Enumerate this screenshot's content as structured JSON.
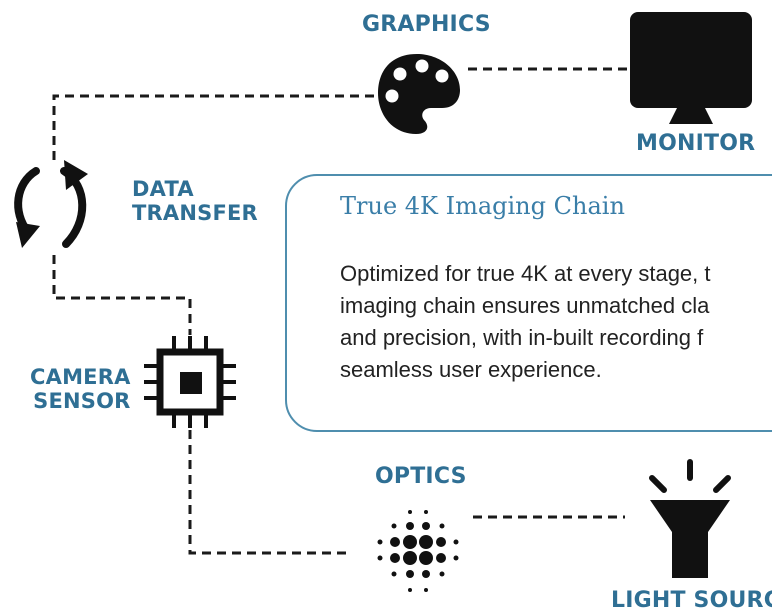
{
  "nodes": {
    "graphics": "GRAPHICS",
    "monitor": "MONITOR",
    "data_transfer": [
      "DATA",
      "TRANSFER"
    ],
    "camera_sensor": [
      "CAMERA",
      "SENSOR"
    ],
    "optics": "OPTICS",
    "light_source": "LIGHT SOURCE"
  },
  "card": {
    "title": "True 4K Imaging Chain",
    "lines": [
      "Optimized for true 4K at every stage, t",
      "imaging chain ensures unmatched cla",
      "and precision, with in-built recording f",
      "seamless user experience."
    ]
  },
  "colors": {
    "accent": "#2f6f94",
    "icon": "#111111",
    "card_border": "#4f8eae"
  },
  "icons": [
    "palette-icon",
    "monitor-icon",
    "refresh-arrows-icon",
    "chip-icon",
    "optics-dots-icon",
    "lamp-icon"
  ]
}
